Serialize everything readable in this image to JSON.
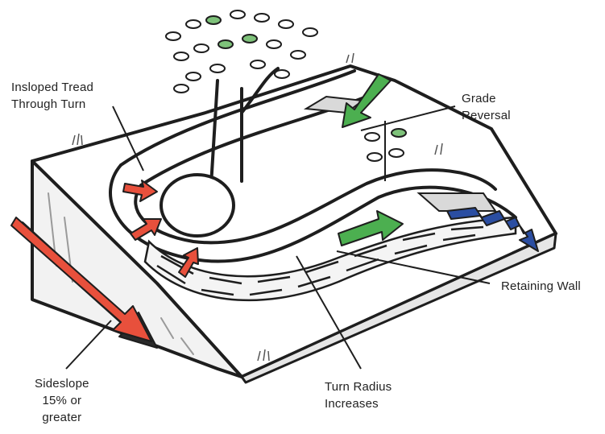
{
  "labels": {
    "insloped_tread": [
      "Insloped Tread",
      "Through Turn"
    ],
    "grade_reversal": [
      "Grade",
      "Reversal"
    ],
    "retaining_wall": [
      "Retaining Wall"
    ],
    "turn_radius": [
      "Turn Radius",
      "Increases"
    ],
    "sideslope": [
      "Sideslope",
      "15% or",
      "greater"
    ]
  },
  "colors": {
    "ink": "#1e1e1e",
    "red_arrow": "#e8503c",
    "green_arrow": "#4caf50",
    "blue_arrow": "#2b4ea2",
    "shadow": "#2a2a2a",
    "slope_shade": "#d9d9d9",
    "leaf_green": "#7ec27a"
  }
}
